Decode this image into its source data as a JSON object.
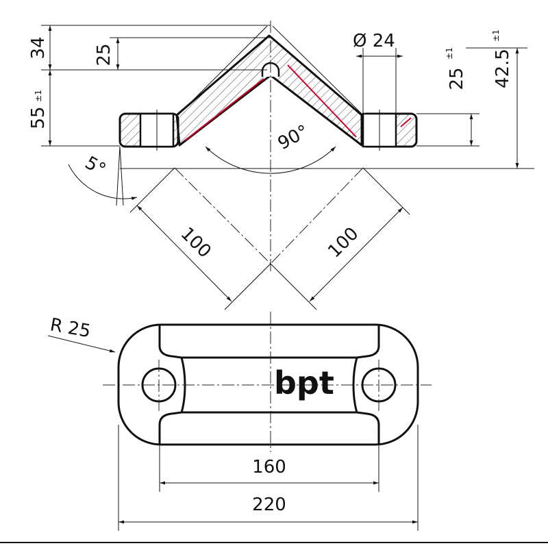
{
  "dimensions": {
    "d34": "34",
    "d25_left": "25",
    "d55": "55",
    "d55_tol": "±1",
    "dia24": "Ø 24",
    "d25_right": "25",
    "d25_right_tol": "±1",
    "d42_5": "42.5",
    "d42_5_tol": "±1",
    "angle90": "90°",
    "angle5": "5°",
    "d100_left": "100",
    "d100_right": "100",
    "r25": "R 25",
    "d160": "160",
    "d220": "220"
  },
  "logo": {
    "text": "bpt"
  },
  "colors": {
    "line": "#111111",
    "accent": "#d4002a"
  }
}
